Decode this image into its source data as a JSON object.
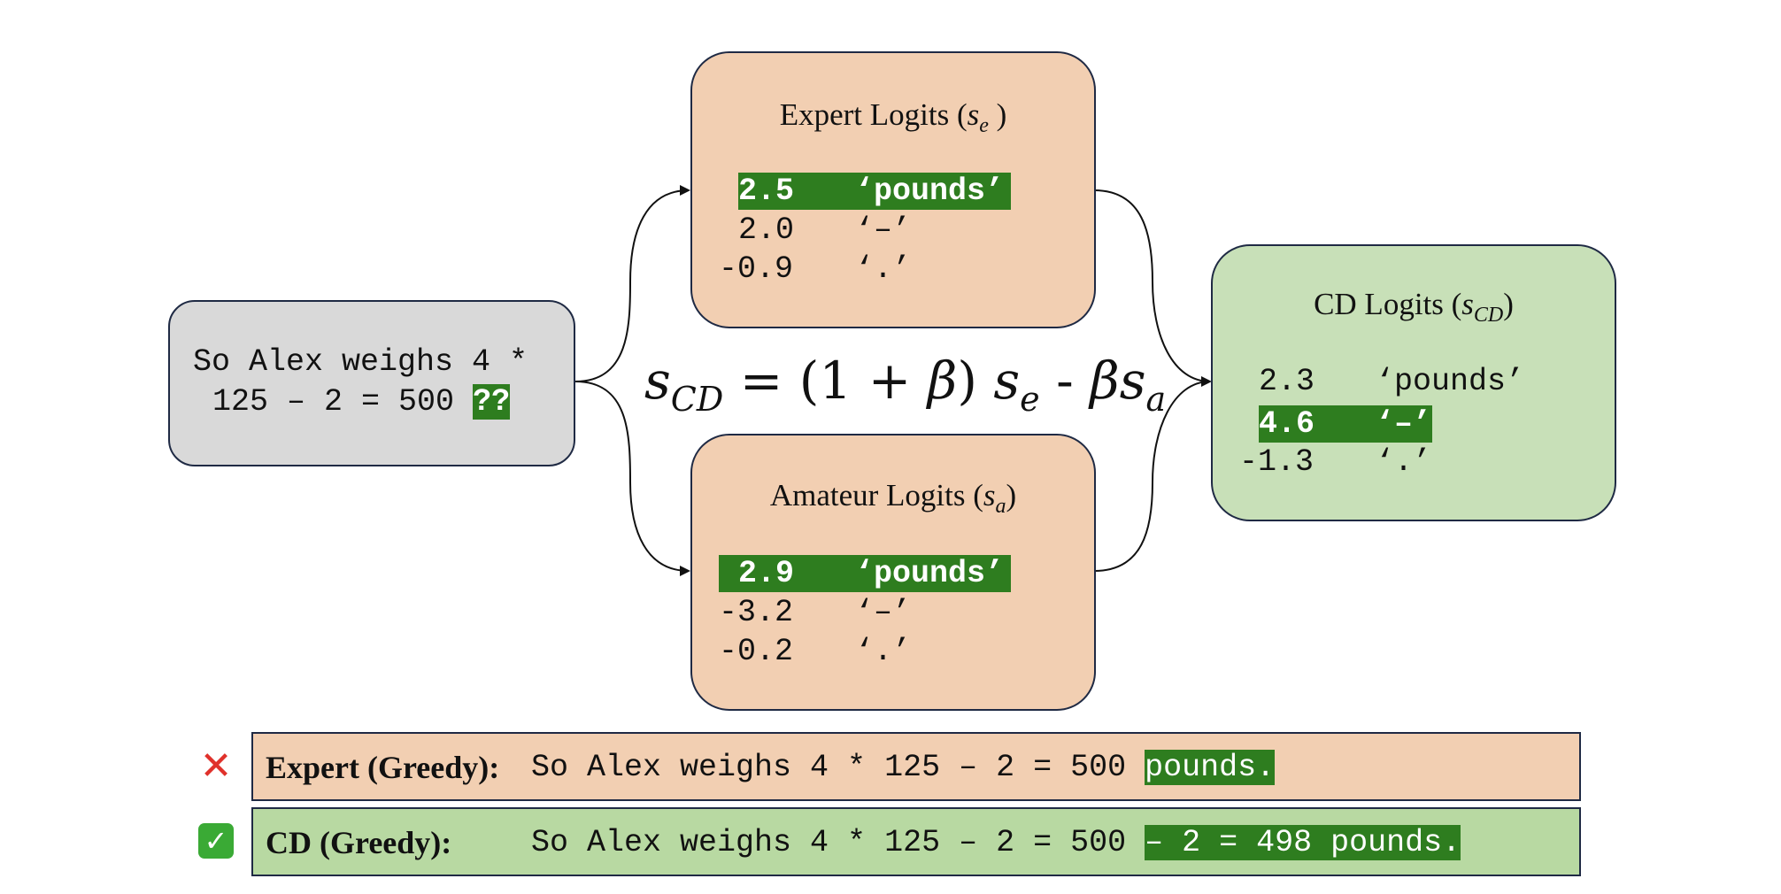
{
  "input": {
    "line1": "So Alex weighs 4 *",
    "line2": "125 – 2 = 500 ",
    "mask": "??"
  },
  "expert": {
    "title": "Expert Logits (",
    "symbol": "s",
    "sub": "e",
    "close": " )",
    "rows": [
      {
        "score": "2.5",
        "token": "‘pounds’"
      },
      {
        "score": "2.0",
        "token": "‘–’"
      },
      {
        "score": "-0.9",
        "token": "‘.’"
      }
    ]
  },
  "amateur": {
    "title": "Amateur Logits (",
    "symbol": "s",
    "sub": "a",
    "close": ")",
    "rows": [
      {
        "score": "2.9",
        "token": "‘pounds’"
      },
      {
        "score": "-3.2",
        "token": "‘–’"
      },
      {
        "score": "-0.2",
        "token": "‘.’"
      }
    ]
  },
  "cd": {
    "title": "CD Logits (",
    "symbol": "s",
    "sub": "CD",
    "close": ")",
    "rows": [
      {
        "score": "2.3",
        "token": "‘pounds’"
      },
      {
        "score": "4.6",
        "token": "‘–’"
      },
      {
        "score": "-1.3",
        "token": "‘.’"
      }
    ]
  },
  "formula": {
    "lhs": "s",
    "lhs_sub": "CD",
    "eq": " = (1 + ",
    "beta": "β",
    "paren_close": ") ",
    "se": "s",
    "se_sub": "e",
    "minus": " -  ",
    "beta2": "β",
    "sa": "s",
    "sa_sub": "a"
  },
  "results": {
    "expert": {
      "icon": "✕",
      "label": "Expert (Greedy):",
      "text": "So Alex weighs 4 * 125 – 2 = 500 ",
      "highlight": "pounds."
    },
    "cd": {
      "icon": "✓",
      "label": "CD (Greedy):",
      "text": "So Alex weighs 4 * 125 – 2 = 500 ",
      "highlight": "– 2 = 498 pounds."
    }
  },
  "colors": {
    "input_box": "#d9d9d9",
    "expert_box": "#f2cfb2",
    "amateur_box": "#f2cfb2",
    "cd_box": "#c8e0b8",
    "highlight": "#2e7d1f",
    "result_expert_bg": "#f2cfb2",
    "result_cd_bg": "#b8d9a2",
    "cross": "#e0312b",
    "check_bg": "#3aaa35"
  }
}
